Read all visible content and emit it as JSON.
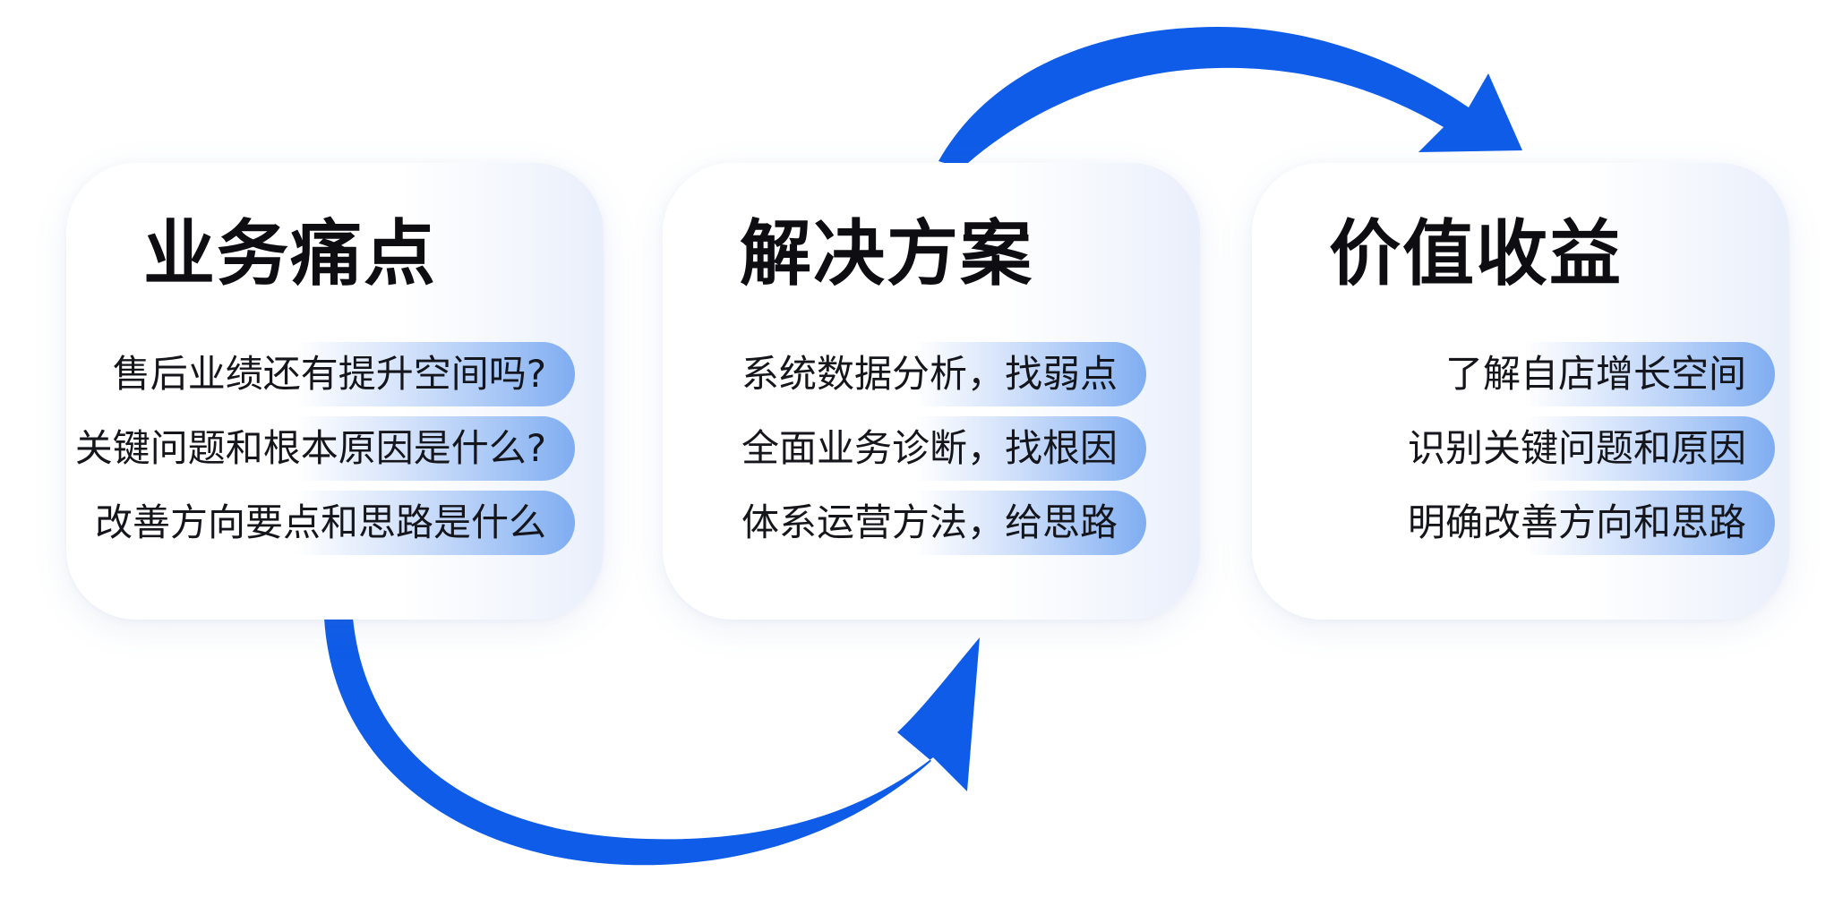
{
  "colors": {
    "arrow": "#0f5ce8",
    "title": "#0d0d12",
    "text": "#15151c",
    "pill_accent": "#7fadf1"
  },
  "cards": [
    {
      "title": "业务痛点",
      "items": [
        "售后业绩还有提升空间吗?",
        "关键问题和根本原因是什么?",
        "改善方向要点和思路是什么"
      ]
    },
    {
      "title": "解决方案",
      "items": [
        "系统数据分析，找弱点",
        "全面业务诊断，找根因",
        "体系运营方法，给思路"
      ]
    },
    {
      "title": "价值收益",
      "items": [
        "了解自店增长空间",
        "识别关键问题和原因",
        "明确改善方向和思路"
      ]
    }
  ],
  "arrows": [
    "curved-arrow-bottom",
    "curved-arrow-top"
  ]
}
